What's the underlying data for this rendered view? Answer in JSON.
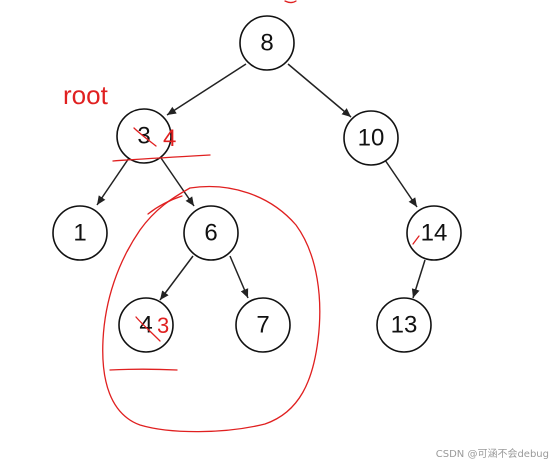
{
  "tree": {
    "nodes": [
      {
        "id": "n8",
        "label": "8"
      },
      {
        "id": "n3",
        "label": "3"
      },
      {
        "id": "n10",
        "label": "10"
      },
      {
        "id": "n1",
        "label": "1"
      },
      {
        "id": "n6",
        "label": "6"
      },
      {
        "id": "n14",
        "label": "14"
      },
      {
        "id": "n4",
        "label": "4"
      },
      {
        "id": "n7",
        "label": "7"
      },
      {
        "id": "n13",
        "label": "13"
      }
    ],
    "edges": [
      [
        "n8",
        "n3"
      ],
      [
        "n8",
        "n10"
      ],
      [
        "n3",
        "n1"
      ],
      [
        "n3",
        "n6"
      ],
      [
        "n10",
        "n14"
      ],
      [
        "n6",
        "n4"
      ],
      [
        "n6",
        "n7"
      ],
      [
        "n14",
        "n13"
      ]
    ]
  },
  "annotations": {
    "root_label": "root",
    "replacement_at_root": "4",
    "replacement_at_leaf": "3",
    "ink_color": "#e02020"
  },
  "watermark": "CSDN @可涵不会debug"
}
